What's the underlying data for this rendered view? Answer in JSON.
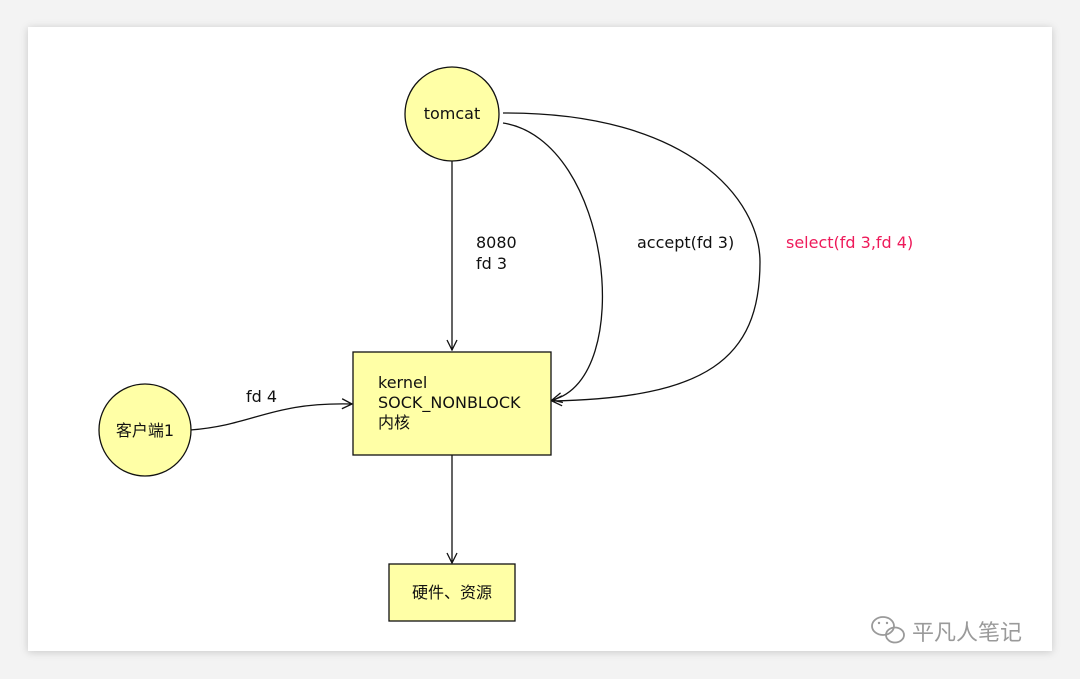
{
  "nodes": {
    "tomcat": {
      "label": "tomcat"
    },
    "client": {
      "label": "客户端1"
    },
    "kernel": {
      "lines": [
        "kernel",
        "SOCK_NONBLOCK",
        "内核"
      ]
    },
    "hardware": {
      "label": "硬件、资源"
    }
  },
  "edges": {
    "tomcat_to_kernel": {
      "lines": [
        "8080",
        "fd 3"
      ]
    },
    "client_to_kernel": {
      "label": "fd 4"
    },
    "accept": {
      "label": "accept(fd 3)"
    },
    "select": {
      "label": "select(fd 3,fd 4)"
    }
  },
  "colors": {
    "node_fill": "#ffffa6",
    "stroke": "#111111",
    "select_label": "#ee1a5a",
    "watermark": "#9a9a9a"
  },
  "watermark": {
    "text": "平凡人笔记",
    "icon": "wechat-icon"
  }
}
